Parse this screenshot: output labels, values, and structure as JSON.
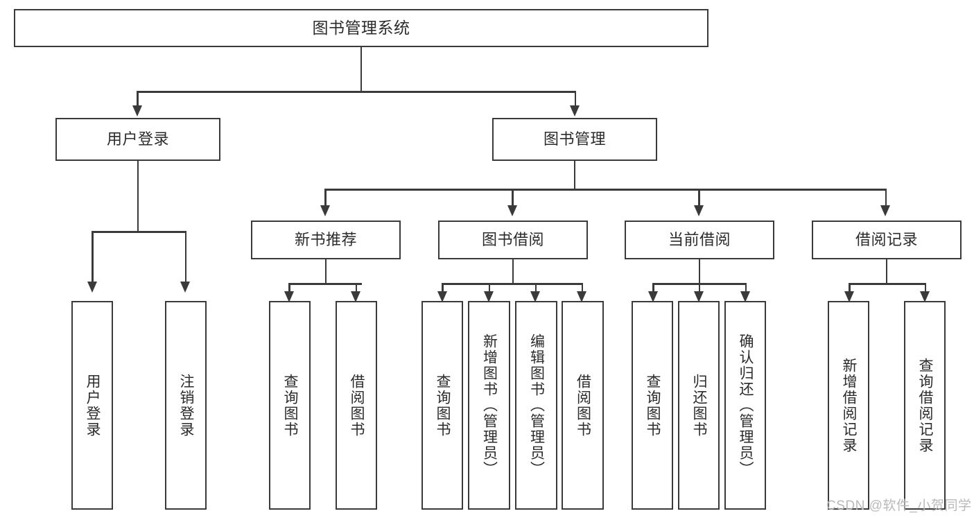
{
  "diagram": {
    "type": "tree-hierarchy",
    "title": "图书管理系统",
    "watermark": "CSDN @软件_小贺同学",
    "colors": {
      "stroke": "#3a3a3a",
      "fill": "#ffffff",
      "text": "#2b2b2b",
      "watermark": "#b9b9b9"
    },
    "root": {
      "label": "图书管理系统"
    },
    "level2": [
      {
        "label": "用户登录"
      },
      {
        "label": "图书管理"
      }
    ],
    "level3": [
      {
        "label": "新书推荐"
      },
      {
        "label": "图书借阅"
      },
      {
        "label": "当前借阅"
      },
      {
        "label": "借阅记录"
      }
    ],
    "leaves": {
      "user_login": [
        {
          "label": "用户登录"
        },
        {
          "label": "注销登录"
        }
      ],
      "new_book": [
        {
          "label": "查询图书"
        },
        {
          "label": "借阅图书"
        }
      ],
      "book_borrow": [
        {
          "label": "查询图书"
        },
        {
          "label": "新增图书（管理员）"
        },
        {
          "label": "编辑图书（管理员）"
        },
        {
          "label": "借阅图书"
        }
      ],
      "current_borrow": [
        {
          "label": "查询图书"
        },
        {
          "label": "归还图书"
        },
        {
          "label": "确认归还（管理员）"
        }
      ],
      "borrow_record": [
        {
          "label": "新增借阅记录"
        },
        {
          "label": "查询借阅记录"
        }
      ]
    }
  }
}
